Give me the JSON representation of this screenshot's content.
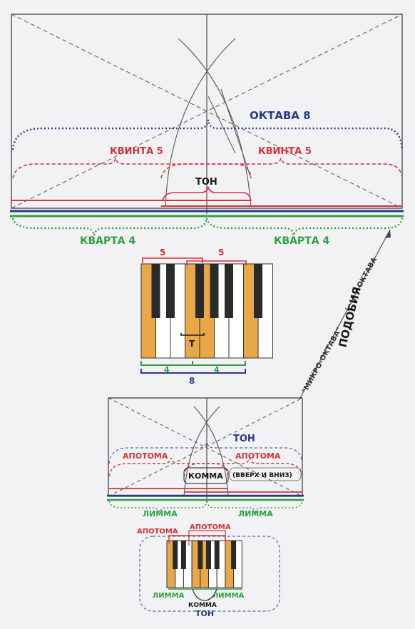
{
  "labels": {
    "octave_8": "ОКТАВА 8",
    "quint_left": "КВИНТА 5",
    "quint_right": "КВИНТА 5",
    "tone_top": "ТОН",
    "quart_left": "КВАРТА 4",
    "quart_right": "КВАРТА 4",
    "kbd_top_5_left": "5",
    "kbd_top_5_right": "5",
    "kbd_t": "T",
    "kbd_4_left": "4",
    "kbd_4_right": "4",
    "kbd_8": "8",
    "micro_octave": "\"МИКРО-ОКТАВА\"",
    "octave_side": "ОКТАВА",
    "similarity": "ПОДОБИЯ",
    "tone_mid": "ТОН",
    "apotome_left": "АПОТОМА",
    "apotome_right": "АПОТОМА",
    "comma_mid": "КОММА",
    "up_down": "(ВВЕРХ И ВНИЗ)",
    "limma_left": "ЛИММА",
    "limma_right": "ЛИММА",
    "apotome_small_left": "АПОТОМА",
    "apotome_small_right": "АПОТОМА",
    "limma_small_left": "ЛИММА",
    "limma_small_right": "ЛИММА",
    "comma_small": "КОММА",
    "tone_small": "ТОН"
  },
  "colors": {
    "red": "#d8323a",
    "blue": "#283a8c",
    "green": "#2fa040",
    "black": "#1a1a1a",
    "orange_key": "#e8a848",
    "paper": "#f2f2f4"
  }
}
